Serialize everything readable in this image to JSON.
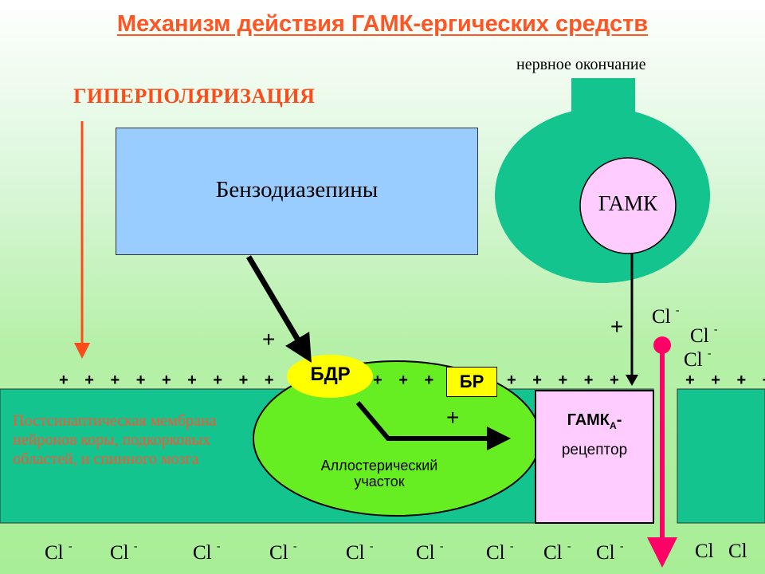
{
  "title": "Механизм действия ГАМК-ергических средств",
  "hyperpolarization": "ГИПЕРПОЛЯРИЗАЦИЯ",
  "nerve_ending": "нервное окончание",
  "benzodiazepines": "Бензодиазепины",
  "gaba": "ГАМК",
  "bdr": "БДР",
  "br": "БР",
  "plus_sign": "+",
  "cl_ion": "Cl",
  "cl_charge": "-",
  "membrane_text": "Постсинаптическая мембрана нейронов коры, подкорковых областей, и спинного мозга",
  "allosteric_line1": "Аллостерический",
  "allosteric_line2": "участок",
  "receptor_main": "ГАМК",
  "receptor_sub_letter": "А",
  "receptor_dash": "-",
  "receptor_line2": "рецептор",
  "charge_row": "+ + + + + + + + + + + + + + + + + + + + + + + + + + + + + + + + + + + +",
  "colors": {
    "title": "#ff5522",
    "arrow_red": "#ff4a1a",
    "benzo_box": "#99ccff",
    "teal": "#13c48f",
    "gaba_circle": "#ffccff",
    "allosteric": "#66ee22",
    "bdr": "#ffff00",
    "receptor": "#ffccff",
    "channel": "#ff0066"
  }
}
